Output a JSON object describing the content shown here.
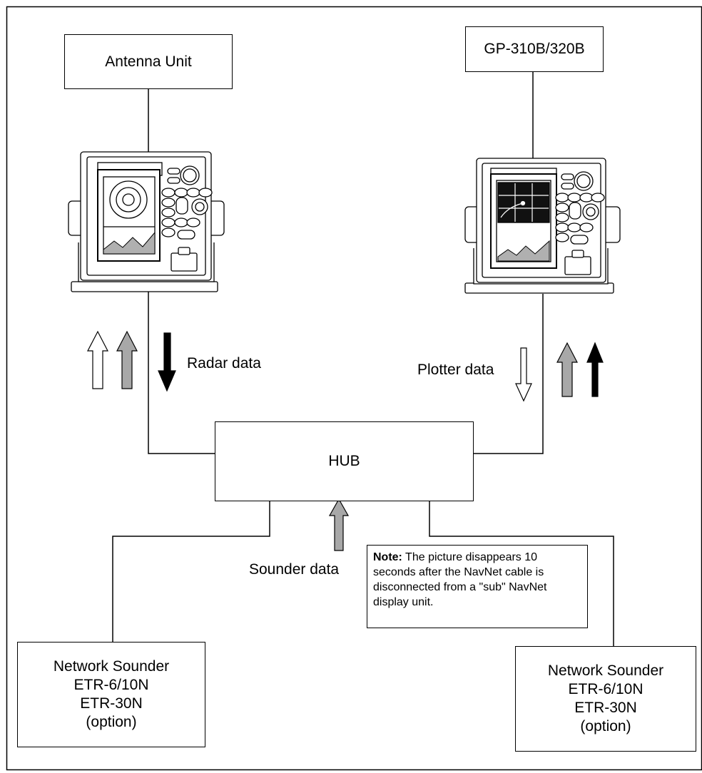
{
  "boxes": {
    "antenna": "Antenna Unit",
    "gps": "GP-310B/320B",
    "hub": "HUB",
    "sounder_left": [
      "Network Sounder",
      "ETR-6/10N",
      "ETR-30N",
      "(option)"
    ],
    "sounder_right": [
      "Network Sounder",
      "ETR-6/10N",
      "ETR-30N",
      "(option)"
    ]
  },
  "labels": {
    "radar": "Radar data",
    "plotter": "Plotter data",
    "sounder": "Sounder data"
  },
  "note": {
    "bold": "Note:",
    "text": " The picture disappears 10 seconds after the NavNet cable is disconnected from a \"sub\" NavNet display unit."
  },
  "colors": {
    "radar_arrow": "#000000",
    "plotter_arrow": "#ffffff",
    "sounder_arrow": "#a8a8a8"
  },
  "icons": {
    "left_display": "radar-display-unit-icon",
    "right_display": "plotter-display-unit-icon"
  }
}
